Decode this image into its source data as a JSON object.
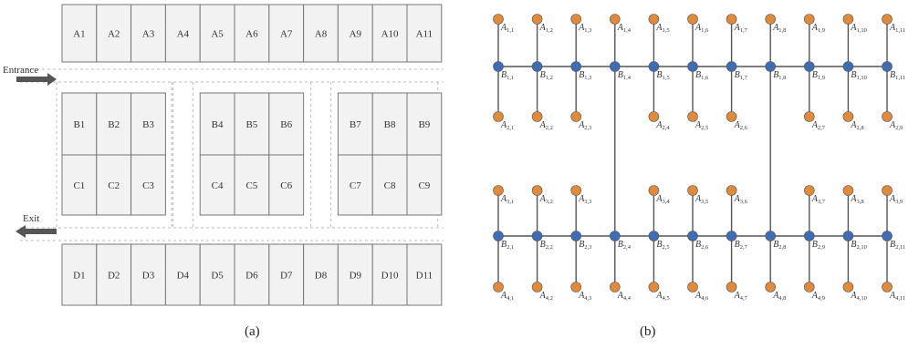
{
  "panel_a": {
    "caption": "(a)",
    "entrance_label": "Entrance",
    "exit_label": "Exit",
    "row_a": [
      "A1",
      "A2",
      "A3",
      "A4",
      "A5",
      "A6",
      "A7",
      "A8",
      "A9",
      "A10",
      "A11"
    ],
    "row_d": [
      "D1",
      "D2",
      "D3",
      "D4",
      "D5",
      "D6",
      "D7",
      "D8",
      "D9",
      "D10",
      "D11"
    ],
    "block_left": {
      "b": [
        "B1",
        "B2",
        "B3"
      ],
      "c": [
        "C1",
        "C2",
        "C3"
      ]
    },
    "block_mid": {
      "b": [
        "B4",
        "B5",
        "B6"
      ],
      "c": [
        "C4",
        "C5",
        "C6"
      ]
    },
    "block_right": {
      "b": [
        "B7",
        "B8",
        "B9"
      ],
      "c": [
        "C7",
        "C8",
        "C9"
      ]
    },
    "colors": {
      "slot_fill": "#f2f2f2",
      "slot_border": "#777777",
      "arrow": "#555555",
      "aisle_line": "#bbbbbb"
    }
  },
  "panel_b": {
    "caption": "(b)",
    "columns": 11,
    "row1_a_top": [
      "A1,1",
      "A1,2",
      "A1,3",
      "A1,4",
      "A1,5",
      "A1,6",
      "A1,7",
      "A1,8",
      "A1,9",
      "A1,10",
      "A1,11"
    ],
    "row1_b": [
      "B1,1",
      "B1,2",
      "B1,3",
      "B1,4",
      "B1,5",
      "B1,6",
      "B1,7",
      "B1,8",
      "B1,9",
      "B1,10",
      "B1,11"
    ],
    "row1_a_bottom": [
      "A2,1",
      "A2,2",
      "A2,3",
      "",
      "A2,4",
      "A2,5",
      "A2,6",
      "",
      "A2,7",
      "A2,8",
      "A2,9"
    ],
    "row2_a_top": [
      "A3,1",
      "A3,2",
      "A3,3",
      "",
      "A3,4",
      "A3,5",
      "A3,6",
      "",
      "A3,7",
      "A3,8",
      "A3,9"
    ],
    "row2_b": [
      "B2,1",
      "B2,2",
      "B2,3",
      "B2,4",
      "B2,5",
      "B2,6",
      "B2,7",
      "B2,8",
      "B2,9",
      "B2,10",
      "B2,11"
    ],
    "row2_a_bottom": [
      "A4,1",
      "A4,2",
      "A4,3",
      "A4,4",
      "A4,5",
      "A4,6",
      "A4,7",
      "A4,8",
      "A4,9",
      "A4,10",
      "A4,11"
    ],
    "vertical_link_columns": [
      4,
      8
    ],
    "colors": {
      "a_node": "#e08a3c",
      "b_node": "#3f6db3",
      "edge": "#555555",
      "text": "#333333"
    }
  }
}
